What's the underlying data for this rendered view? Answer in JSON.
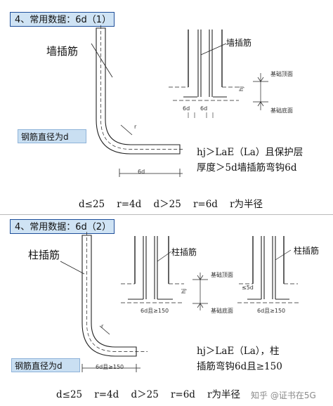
{
  "section1": {
    "title": "4、常用数据：6d（1）",
    "wall_rebar_main": "墙插筋",
    "wall_rebar_detail": "墙插筋",
    "diameter_tag": "钢筋直径为d",
    "hj": "hj",
    "top_label": "基础顶面",
    "bottom_label": "基础底面",
    "six_d_a": "6d",
    "six_d_b": "6d",
    "six_d_bottom": "6d",
    "r_mark": "r",
    "note_line1": "hj＞LaE（La）且保护层",
    "note_line2": "厚度＞5d墙插筋弯钩6d",
    "formula": "d≤25    r=4d    d＞25    r=6d    r为半径"
  },
  "section2": {
    "title": "4、常用数据：6d（2）",
    "column_rebar_main": "柱插筋",
    "column_rebar_a": "柱插筋",
    "column_rebar_b": "柱插筋",
    "diameter_tag": "钢筋直径为d",
    "top_label": "基础顶面",
    "bottom_label": "基础底面",
    "hj": "hj",
    "five_d": "≤5d",
    "six_d_150_a": "6d且≥150",
    "six_d_150_b": "6d且≥150",
    "six_d_150_bottom": "6d且≥150",
    "r_mark": "r",
    "note_line1": "hj＞LaE（La），柱",
    "note_line2": "插筋弯钩6d且≥150",
    "formula": "d≤25    r=4d    d＞25    r=6d    r为半径"
  },
  "watermark": "知乎 @证书在5G"
}
